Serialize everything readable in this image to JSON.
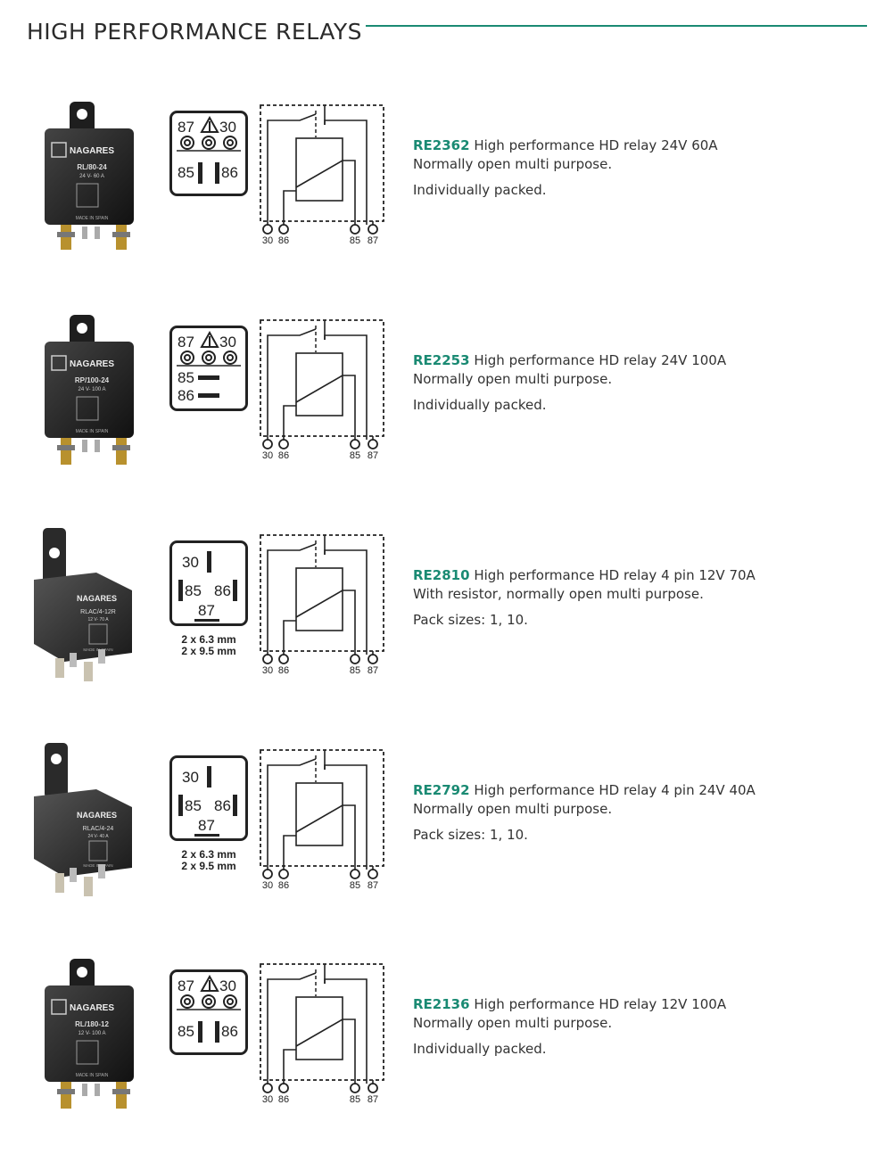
{
  "page": {
    "title": "HIGH PERFORMANCE RELAYS",
    "accent": "#1a8a73"
  },
  "diagram_labels": {
    "p30": "30",
    "p86": "86",
    "p85": "85",
    "p87": "87"
  },
  "terminal_note": {
    "line1": "2 x 6.3 mm",
    "line2": "2 x 9.5 mm"
  },
  "products": [
    {
      "code": "RE2362",
      "title": "High performance HD relay 24V 60A",
      "line2": "Normally open multi purpose.",
      "pack": "Individually packed.",
      "photo": {
        "brand": "NAGARES",
        "model": "RL/80-24",
        "rating": "24 V- 60 A",
        "made": "MADE IN SPAIN"
      }
    },
    {
      "code": "RE2253",
      "title": "High performance HD relay 24V 100A",
      "line2": "Normally open multi purpose.",
      "pack": "Individually packed.",
      "photo": {
        "brand": "NAGARES",
        "model": "RP/100-24",
        "rating": "24 V- 100 A",
        "made": "MADE IN SPAIN"
      }
    },
    {
      "code": "RE2810",
      "title": "High performance HD relay 4 pin 12V 70A",
      "line2": "With resistor, normally open multi purpose.",
      "pack": "Pack sizes: 1, 10.",
      "photo": {
        "brand": "NAGARES",
        "model": "RLAC/4-12R",
        "rating": "12 V- 70 A",
        "made": "MADE IN SPAIN"
      }
    },
    {
      "code": "RE2792",
      "title": "High performance HD relay 4 pin 24V 40A",
      "line2": "Normally open multi purpose.",
      "pack": "Pack sizes: 1, 10.",
      "photo": {
        "brand": "NAGARES",
        "model": "RLAC/4-24",
        "rating": "24 V- 40 A",
        "made": "MADE IN SPAIN"
      }
    },
    {
      "code": "RE2136",
      "title": "High performance HD relay 12V 100A",
      "line2": "Normally open multi purpose.",
      "pack": "Individually packed.",
      "photo": {
        "brand": "NAGARES",
        "model": "RL/180-12",
        "rating": "12 V- 100 A",
        "made": "MADE IN SPAIN"
      }
    }
  ]
}
